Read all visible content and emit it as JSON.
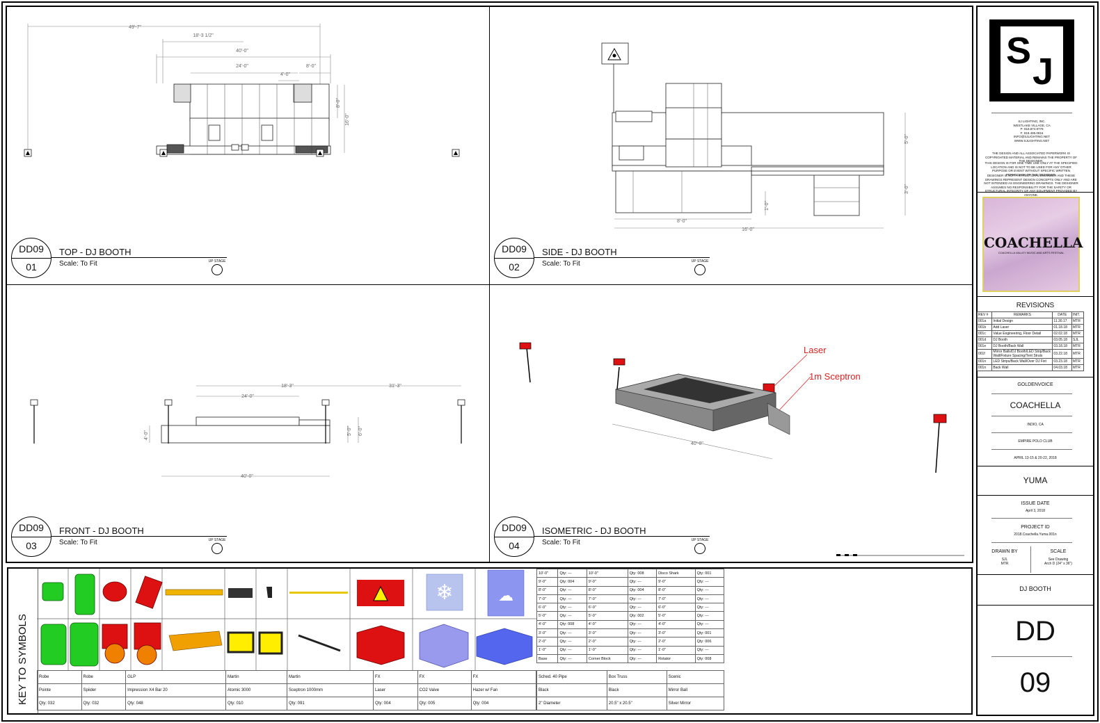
{
  "viewports": [
    {
      "code": "DD09",
      "num": "01",
      "title": "TOP - DJ BOOTH",
      "scale": "Scale: To Fit",
      "upstage": "UP STAGE"
    },
    {
      "code": "DD09",
      "num": "02",
      "title": "SIDE - DJ BOOTH",
      "scale": "Scale: To Fit",
      "upstage": "UP STAGE"
    },
    {
      "code": "DD09",
      "num": "03",
      "title": "FRONT - DJ BOOTH",
      "scale": "Scale: To Fit",
      "upstage": "UP STAGE"
    },
    {
      "code": "DD09",
      "num": "04",
      "title": "ISOMETRIC - DJ BOOTH",
      "scale": "Scale: To Fit",
      "upstage": "UP STAGE"
    }
  ],
  "dims": {
    "top": [
      "49'-7\"",
      "18'-3 1/2\"",
      "40'-0\"",
      "24'-0\"",
      "8'-0\"",
      "4'-0\"",
      "8'-0\"",
      "16'-0\""
    ],
    "side": [
      "8'-0\"",
      "16'-0\"",
      "5'-0\"",
      "3'-0\"",
      "1'-0\""
    ],
    "front": [
      "18'-3\"",
      "31'-3\"",
      "24'-0\"",
      "4'-0\"",
      "5'-0\"",
      "6'-0\"",
      "40'-0\""
    ],
    "iso": [
      "40'-0\""
    ]
  },
  "callouts": {
    "laser": "Laser",
    "sceptron": "1m Sceptron"
  },
  "title_block": {
    "company": [
      "SJ LIGHTING, INC.",
      "WESTLAKE VILLAGE, CA",
      "P: 818.874.9779",
      "F: 818.495.0816",
      "INFO@SJLIGHTING.NET",
      "WWW.SJLIGHTING.NET"
    ],
    "notice1": "THE DESIGN AND ALL ASSOCIATED PAPERWORK IS COPYRIGHTED MATERIAL AND REMAINS THE PROPERTY OF THE DESIGNER.",
    "notice2": "THIS DESIGN IS FOR ONE TIME USE ONLY AT THE SPECIFIED LOCATION AND IS NOT TO BE USED FOR ANY OTHER PURPOSE OR EVENT WITHOUT SPECIFIC WRITTEN PERMISSION OF THE DESIGNER.",
    "notice3": "DESIGNER IS NOT A STRUCTURAL ENGINEER AND THESE DRAWINGS REPRESENT DESIGN CONCEPTS ONLY AND ARE NOT INTENDED AS ENGINEERING DRAWINGS. THE DESIGNER ASSUMES NO RESPONSIBILITY FOR THE SAFETY OR STRUCTURAL INTEGRITY OF ANY EQUIPMENT PROVIDED BY ANYONE.",
    "logo_text": "COACHELLA",
    "logo_sub": "COACHELLA VALLEY MUSIC AND ARTS FESTIVAL",
    "revisions_title": "REVISIONS",
    "rev_headers": [
      "REV #",
      "REMARKS",
      "DATE",
      "INIT."
    ],
    "revisions": [
      [
        "001a",
        "Initial Design",
        "11.30.17",
        "MTR"
      ],
      [
        "001b",
        "Add Laser",
        "01.18.18",
        "MTR"
      ],
      [
        "001c",
        "Value Engineering, Floor Detail",
        "02.02.18",
        "MTR"
      ],
      [
        "001d",
        "DJ Booth",
        "03.05.18",
        "SJL"
      ],
      [
        "001e",
        "DJ Booth/Back Wall",
        "03.18.18",
        "MTR"
      ],
      [
        "001f",
        "Mirror Balls/DJ Booth/LED Strip/Back Wall/Fixture Spacing/Tent Struts",
        "03.22.18",
        "MTR"
      ],
      [
        "001n",
        "LED Strips/Back Wall/Over DJ Fixt",
        "03.23.18",
        "MTR"
      ],
      [
        "001n",
        "Back Wall",
        "04.03.18",
        "MTR"
      ]
    ],
    "client": "GOLDENVOICE",
    "event": "COACHELLA",
    "city": "INDIO, CA",
    "venue": "EMPIRE POLO CLUB",
    "dates": "APRIL 13-15 & 20-22, 2018",
    "stage": "YUMA",
    "issue_label": "ISSUE DATE",
    "issue_date": "April 3, 2018",
    "project_label": "PROJECT ID",
    "project_id": "2018.Coachella.Yuma.001n",
    "drawn_label": "DRAWN BY",
    "drawn_by": [
      "SJL",
      "MTR"
    ],
    "scale_label": "SCALE",
    "scale_value": [
      "See Drawing",
      "Arch D (24\" x 36\")"
    ],
    "sheet_title": "DJ BOOTH",
    "sheet_prefix": "DD",
    "sheet_num": "09"
  },
  "key": {
    "label": "KEY TO SYMBOLS",
    "fixtures": [
      {
        "make": "Robe",
        "model": "Pointe",
        "qty": "Qty: 032",
        "color": "#22cc22"
      },
      {
        "make": "Robe",
        "model": "Spiider",
        "qty": "Qty: 032",
        "color": "#dd1111"
      },
      {
        "make": "GLP",
        "model": "Impression X4 Bar 20",
        "qty": "Qty: 048",
        "color": "#f0b400"
      },
      {
        "make": "Martin",
        "model": "Atomic 3000",
        "qty": "Qty: 010",
        "color": "#ffee00"
      },
      {
        "make": "Martin",
        "model": "Sceptron 1000mm",
        "qty": "Qty: 091",
        "color": "#e8c800"
      },
      {
        "make": "FX",
        "model": "Laser",
        "qty": "Qty: 004",
        "color": "#dd1111"
      },
      {
        "make": "FX",
        "model": "CO2 Valve",
        "qty": "Qty: 005",
        "color": "#9999ee"
      },
      {
        "make": "FX",
        "model": "Hazer w/ Fan",
        "qty": "Qty: 004",
        "color": "#6677ee"
      }
    ],
    "pipe_table": {
      "rows": [
        [
          "10'-0\"",
          "Qty: ---",
          "10'-0\"",
          "Qty: 008",
          "Disco Shark",
          "Qty: 001"
        ],
        [
          "9'-0\"",
          "Qty: 004",
          "9'-0\"",
          "Qty: ---",
          "9'-0\"",
          "Qty: ---"
        ],
        [
          "8'-0\"",
          "Qty: ---",
          "8'-0\"",
          "Qty: 004",
          "8'-0\"",
          "Qty: ---"
        ],
        [
          "7'-0\"",
          "Qty: ---",
          "7'-0\"",
          "Qty: ---",
          "7'-0\"",
          "Qty: ---"
        ],
        [
          "6'-0\"",
          "Qty: ---",
          "6'-0\"",
          "Qty: ---",
          "6'-0\"",
          "Qty: ---"
        ],
        [
          "5'-0\"",
          "Qty: ---",
          "5'-0\"",
          "Qty: 002",
          "5'-0\"",
          "Qty: ---"
        ],
        [
          "4'-0\"",
          "Qty: 008",
          "4'-0\"",
          "Qty: ---",
          "4'-0\"",
          "Qty: ---"
        ],
        [
          "3'-0\"",
          "Qty: ---",
          "3'-0\"",
          "Qty: ---",
          "3'-0\"",
          "Qty: 001"
        ],
        [
          "2'-0\"",
          "Qty: ---",
          "2'-0\"",
          "Qty: ---",
          "2'-0\"",
          "Qty: 006"
        ],
        [
          "1'-0\"",
          "Qty: ---",
          "1'-0\"",
          "Qty: ---",
          "1'-0\"",
          "Qty: ---"
        ],
        [
          "Base",
          "Qty: ---",
          "Corner Block",
          "Qty: ---",
          "Rotator",
          "Qty: 008"
        ]
      ],
      "footer": [
        [
          "Sched. 40 Pipe",
          "Box Truss",
          "Scenic"
        ],
        [
          "Black",
          "Black",
          "Mirror Ball"
        ],
        [
          "2\" Diameter",
          "20.5\" x 20.5\"",
          "Silver Mirror"
        ]
      ]
    }
  }
}
